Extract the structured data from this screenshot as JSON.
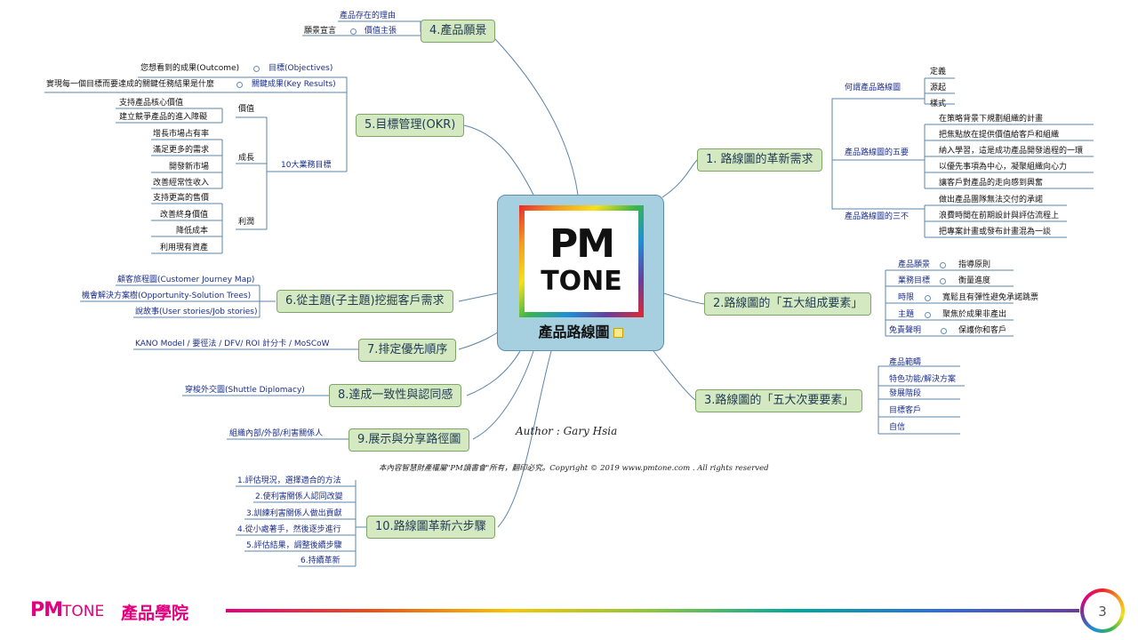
{
  "center": {
    "logo_pm": "PM",
    "logo_tone": "TONE",
    "title": "產品路線圖"
  },
  "branches": {
    "b1": {
      "label": "1. 路線圖的革新需求",
      "what": "何謂產品路線圖",
      "what_items": [
        "定義",
        "源起",
        "樣式"
      ],
      "five": "產品路線圖的五要",
      "five_items": [
        "在策略背景下規劃組織的計畫",
        "把焦點放在提供價值給客戶和組織",
        "納入學習，這是成功產品開發過程的一環",
        "以優先事項為中心，凝聚組織向心力",
        "讓客戶對產品的走向感到興奮"
      ],
      "three": "產品路線圖的三不",
      "three_items": [
        "做出產品團隊無法交付的承諾",
        "浪費時間在前期設計與評估流程上",
        "把專案計畫或發布計畫混為一談"
      ]
    },
    "b2": {
      "label": "2.路線圖的「五大組成要素」",
      "rows": [
        {
          "k": "產品願景",
          "v": "指導原則"
        },
        {
          "k": "業務目標",
          "v": "衡量進度"
        },
        {
          "k": "時限",
          "v": "寬鬆且有彈性避免承諾跳票"
        },
        {
          "k": "主題",
          "v": "聚焦於成果非產出"
        },
        {
          "k": "免責聲明",
          "v": "保護你和客戶"
        }
      ]
    },
    "b3": {
      "label": "3.路線圖的「五大次要要素」",
      "items": [
        "產品範疇",
        "特色功能/解決方案",
        "發展階段",
        "目標客戶",
        "自信"
      ]
    },
    "b4": {
      "label": "4.產品願景",
      "reason": "產品存在的理由",
      "value": "價值主張",
      "vision": "願景宣言"
    },
    "b5": {
      "label": "5.目標管理(OKR)",
      "obj": "目標(Objectives)",
      "obj_desc": "您想看到的成果(Outcome)",
      "kr": "關鍵成果(Key Results)",
      "kr_desc": "實現每一個目標而要達成的關鍵任務結果是什麼",
      "goals": "10大業務目標",
      "g_value": "價值",
      "g_value_items": [
        "支持產品核心價值",
        "建立競爭產品的進入障礙"
      ],
      "g_growth": "成長",
      "g_growth_items": [
        "增長市場占有率",
        "滿足更多的需求",
        "開發新市場",
        "改善經常性收入"
      ],
      "g_profit": "利潤",
      "g_profit_items": [
        "支持更高的售價",
        "改善終身價值",
        "降低成本",
        "利用現有資產"
      ]
    },
    "b6": {
      "label": "6.從主題(子主題)挖掘客戶需求",
      "items": [
        "顧客旅程圖(Customer Journey Map)",
        "機會解決方案樹(Opportunity-Solution Trees)",
        "說故事(User stories/Job stories)"
      ]
    },
    "b7": {
      "label": "7.排定優先順序",
      "item": "KANO Model / 要徑法 / DFV/ ROI 計分卡 / MoSCoW"
    },
    "b8": {
      "label": "8.達成一致性與認同感",
      "item": "穿梭外交圖(Shuttle Diplomacy)"
    },
    "b9": {
      "label": "9.展示與分享路徑圖",
      "item": "組織內部/外部/利害關係人"
    },
    "b10": {
      "label": "10.路線圖革新六步驟",
      "items": [
        "1.評估現況，選擇適合的方法",
        "2.使利害關係人認同改變",
        "3.訓練利害關係人做出貢獻",
        "4.從小處著手，然後逐步進行",
        "5.評估結果，調整後續步驟",
        "6.持續革新"
      ]
    }
  },
  "author": "Author : Gary Hsia",
  "copyright": "本內容智慧財產權屬\"PM讀書會\"所有，翻印必究。Copyright © 2019 www.pmtone.com . All rights reserved",
  "footer": {
    "brand_pm": "PM",
    "brand_tone": "TONE",
    "title": "產品學院",
    "page": "3"
  },
  "colors": {
    "accent": "#e3007f",
    "node_fill": "#d4e9c2",
    "center_fill": "#a6cfe0",
    "line": "#5b84a8"
  }
}
